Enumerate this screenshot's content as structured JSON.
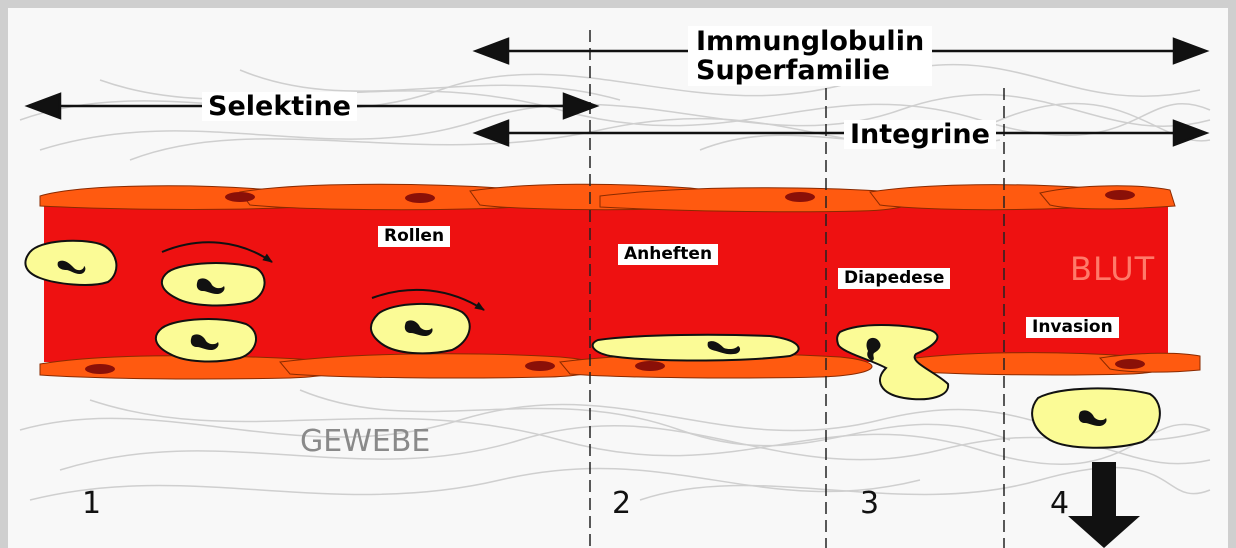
{
  "labels": {
    "immunoglobulin_line1": "Immunglobulin",
    "immunoglobulin_line2": "Superfamilie",
    "selektine": "Selektine",
    "integrine": "Integrine",
    "rollen": "Rollen",
    "anheften": "Anheften",
    "diapedese": "Diapedese",
    "invasion": "Invasion",
    "blut": "BLUT",
    "gewebe": "GEWEBE"
  },
  "stages": [
    "1",
    "2",
    "3",
    "4"
  ],
  "colors": {
    "blood": "#ee1111",
    "endothelium": "#ff5a10",
    "nucleus": "#8a1008",
    "cell_fill": "#fbfb96",
    "fibers": "#cfcfcf",
    "background": "#f8f8f8"
  }
}
